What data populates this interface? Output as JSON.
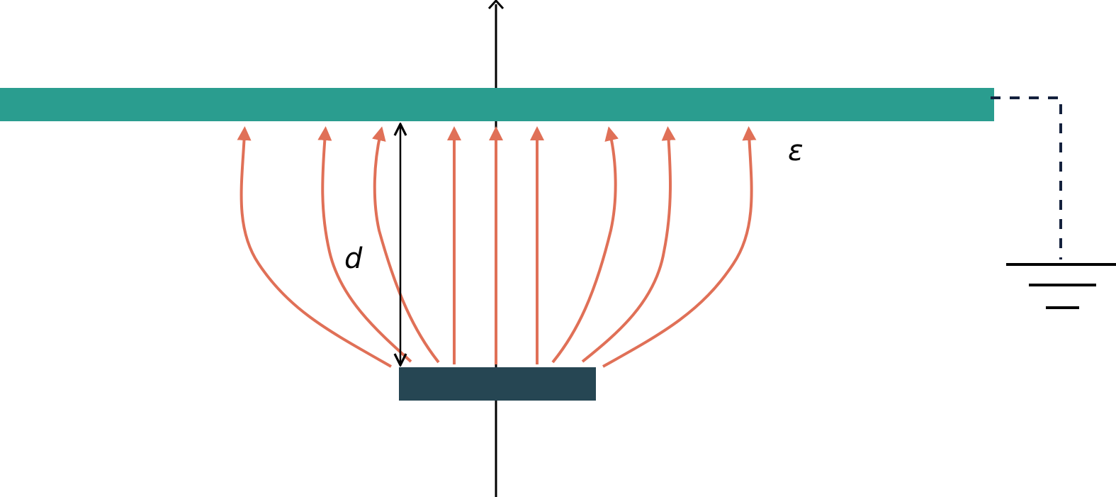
{
  "labels": {
    "distance": "d",
    "permittivity": "ε"
  },
  "colors": {
    "top_plate": "#2a9d8f",
    "bottom_electrode": "#264653",
    "field_lines": "#e07057",
    "axis": "#000000",
    "ground_connection": "#14213d",
    "ground_symbol": "#000000"
  },
  "field_line_count": 9
}
